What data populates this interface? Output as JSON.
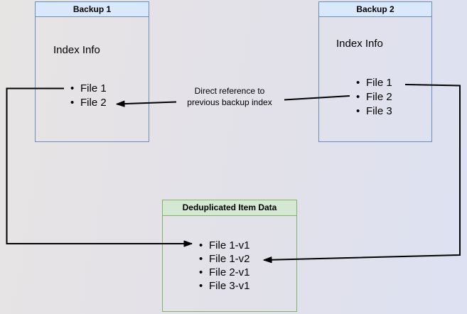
{
  "boxes": {
    "backup1": {
      "title": "Backup 1",
      "section_label": "Index Info",
      "files": [
        "File 1",
        "File 2"
      ]
    },
    "backup2": {
      "title": "Backup 2",
      "section_label": "Index Info",
      "files": [
        "File 1",
        "File 2",
        "File 3"
      ]
    },
    "dedup": {
      "title": "Deduplicated Item Data",
      "items": [
        "File 1-v1",
        "File 1-v2",
        "File 2-v1",
        "File 3-v1"
      ]
    }
  },
  "annotation": {
    "text": "Direct reference to previous backup index"
  },
  "colors": {
    "blue_fill": "#dae8fc",
    "blue_border": "#6c8ebf",
    "green_fill": "#d5e8d4",
    "green_border": "#82b366",
    "connector": "#000000",
    "text": "#000000"
  }
}
